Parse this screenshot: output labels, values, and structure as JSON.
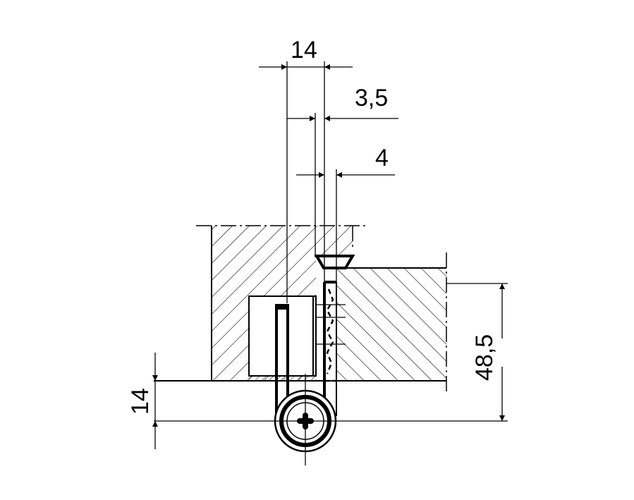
{
  "drawing": {
    "subject": "Concealed door hinge cross-section",
    "units": "mm",
    "colors": {
      "line": "#000000",
      "background": "#ffffff"
    },
    "dimensions": {
      "top_width": "14",
      "offset_a": "3,5",
      "offset_b": "4",
      "left_height": "14",
      "right_height": "48,5"
    }
  }
}
